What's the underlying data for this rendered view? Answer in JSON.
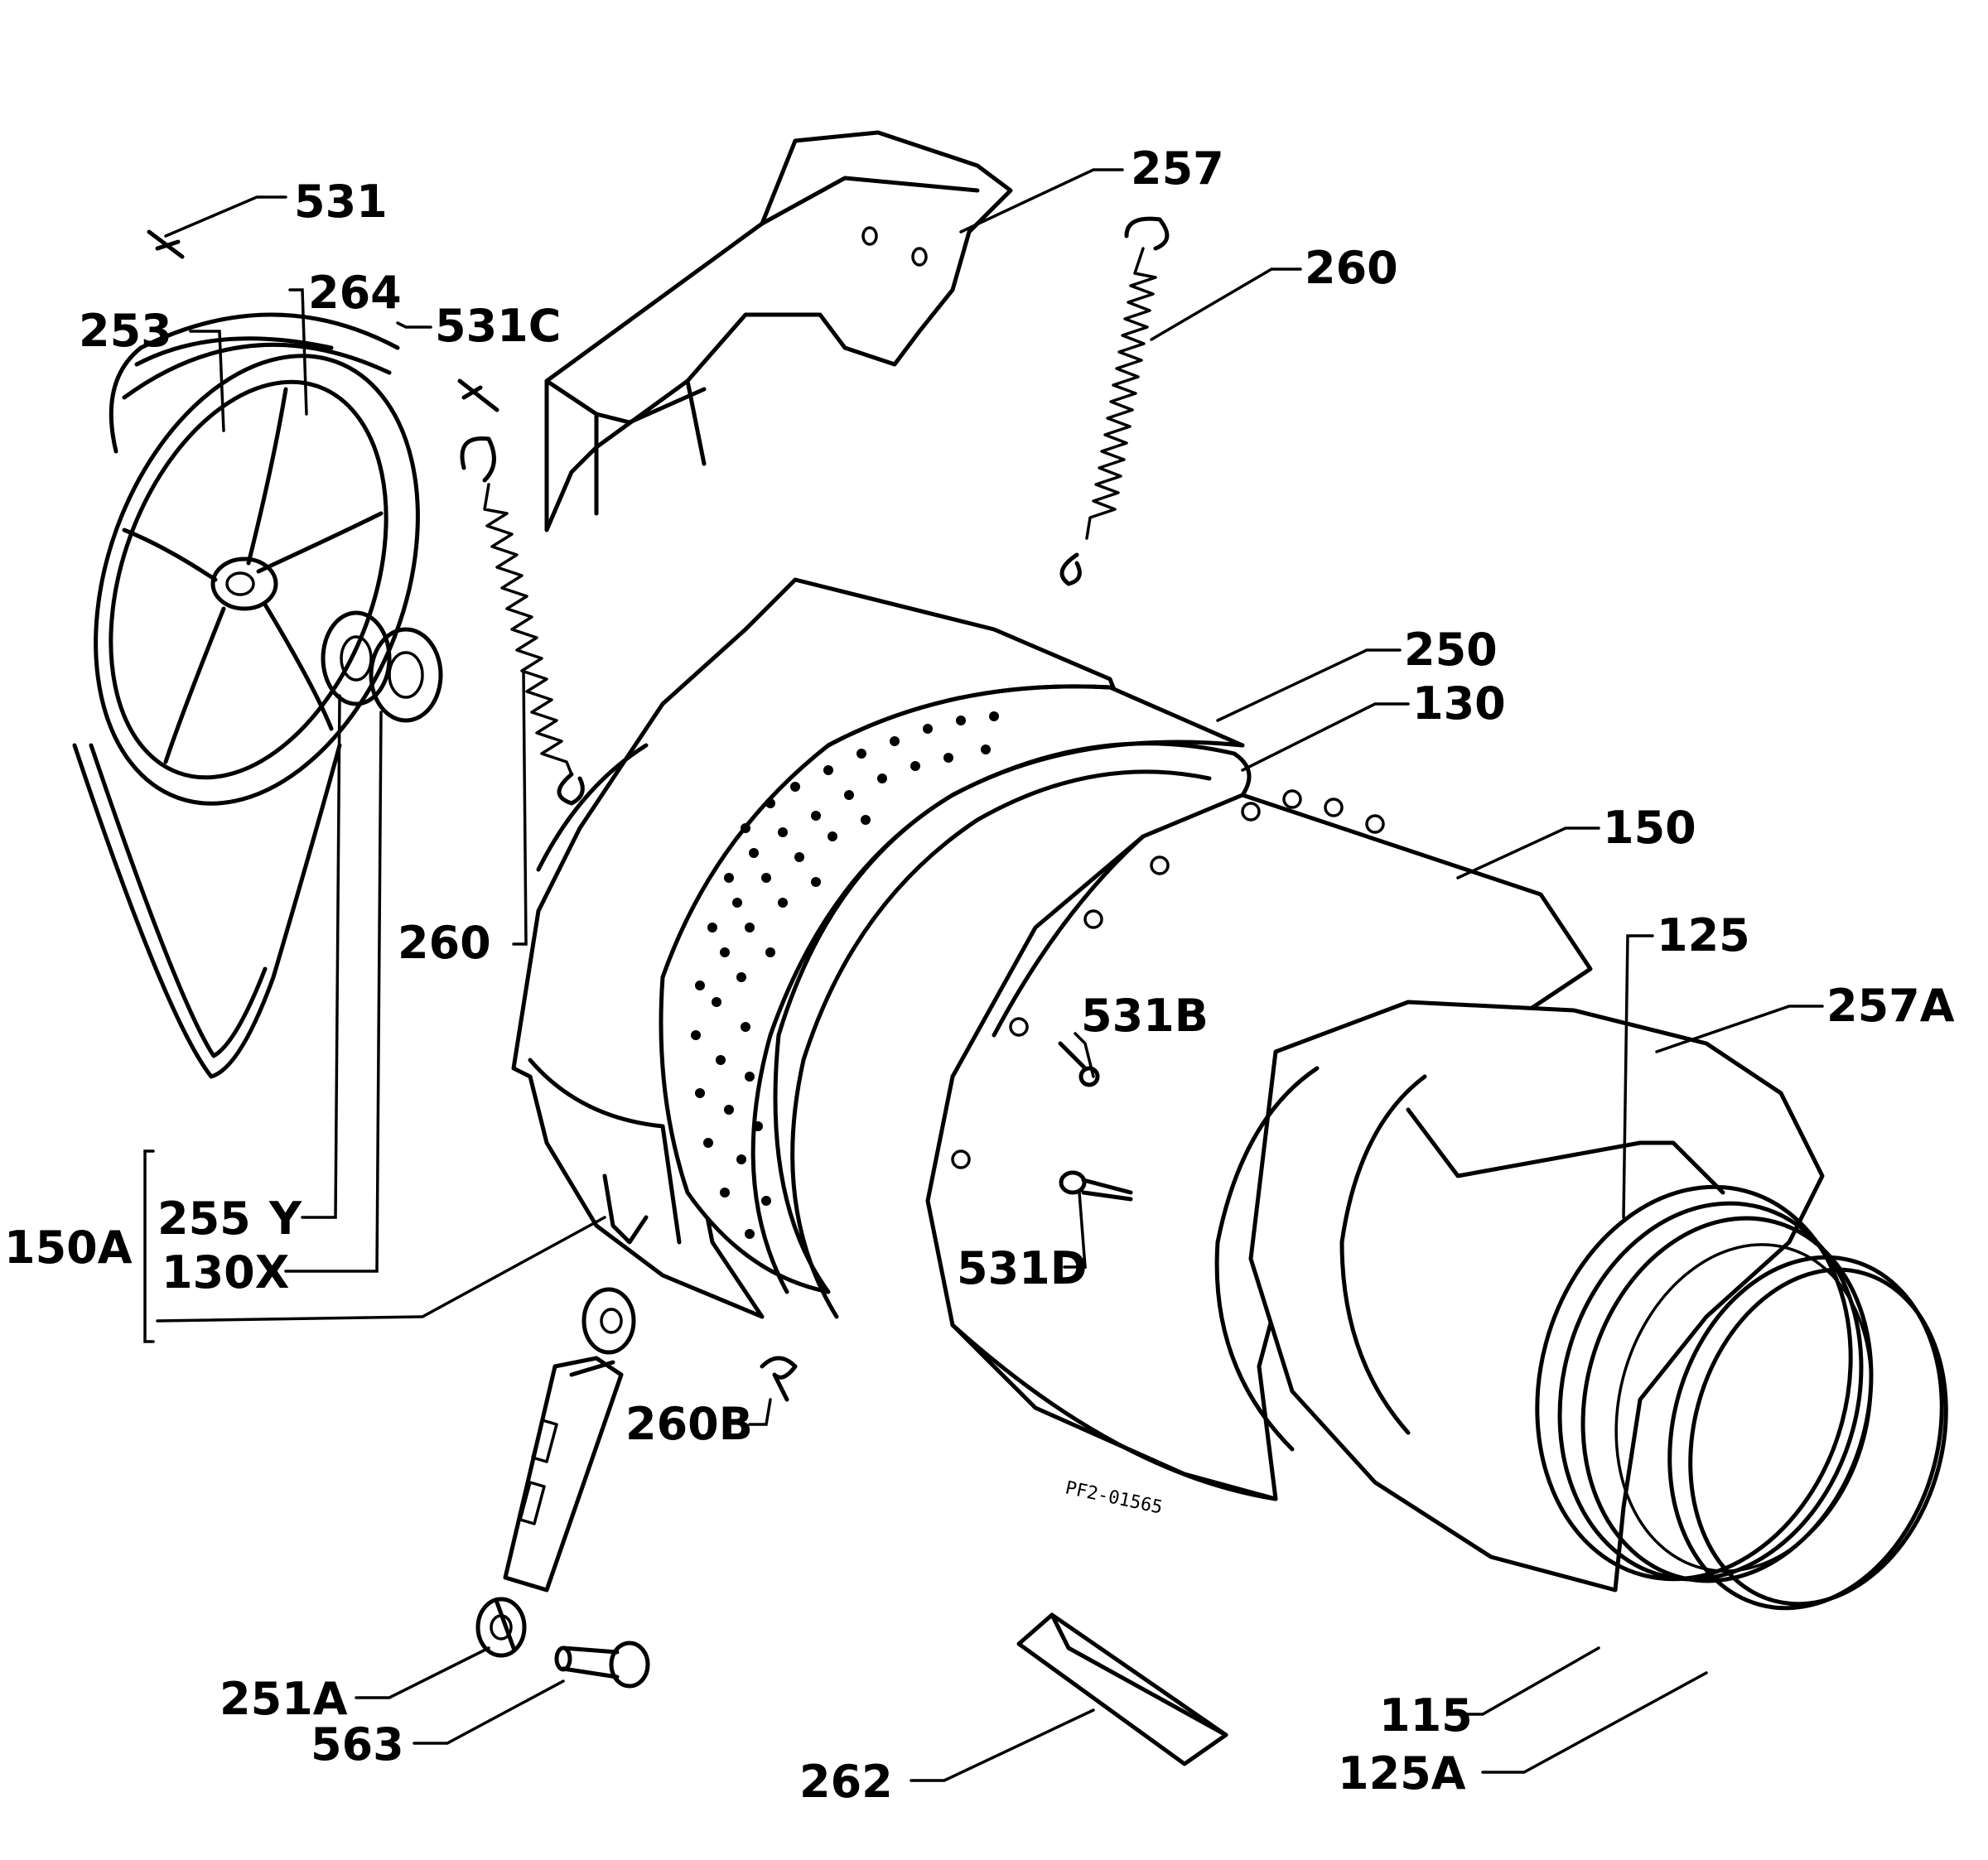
{
  "labels": {
    "l531": "531",
    "l257": "257",
    "l260_top": "260",
    "l253": "253",
    "l264": "264",
    "l531c": "531C",
    "l250": "250",
    "l130": "130",
    "l150": "150",
    "l125": "125",
    "l257a": "257A",
    "l260_left": "260",
    "l531b": "531B",
    "l531d": "531D",
    "l150a": "150A",
    "l255": "255",
    "l255y": "Y",
    "l130x": "130X",
    "l260b": "260B",
    "l251a": "251A",
    "l563": "563",
    "l262": "262",
    "l115": "115",
    "l125a": "125A"
  },
  "stamp": "PF2-01565"
}
